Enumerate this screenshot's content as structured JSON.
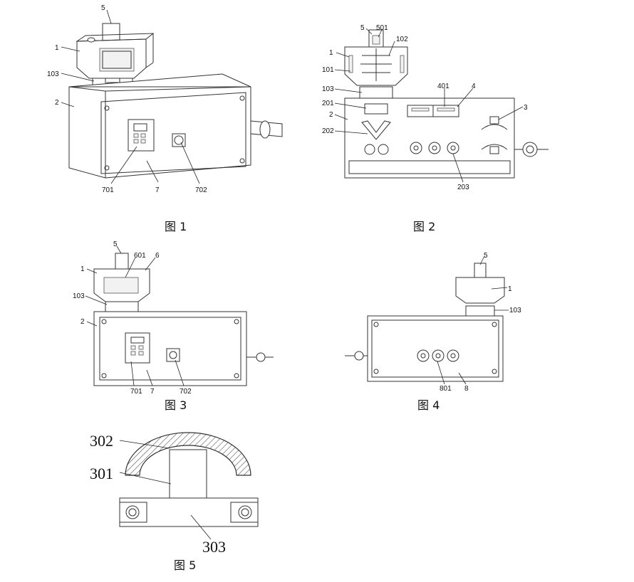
{
  "figures": [
    {
      "id": "fig1",
      "caption": "图 1",
      "labels": [
        "5",
        "1",
        "103",
        "2",
        "701",
        "7",
        "702"
      ]
    },
    {
      "id": "fig2",
      "caption": "图 2",
      "labels": [
        "5",
        "501",
        "1",
        "102",
        "101",
        "103",
        "401",
        "4",
        "201",
        "2",
        "3",
        "202",
        "203"
      ]
    },
    {
      "id": "fig3",
      "caption": "图 3",
      "labels": [
        "5",
        "601",
        "6",
        "1",
        "103",
        "2",
        "701",
        "7",
        "702"
      ]
    },
    {
      "id": "fig4",
      "caption": "图 4",
      "labels": [
        "5",
        "1",
        "103",
        "801",
        "8"
      ]
    },
    {
      "id": "fig5",
      "caption": "图 5",
      "labels": [
        "302",
        "301",
        "303"
      ]
    }
  ]
}
